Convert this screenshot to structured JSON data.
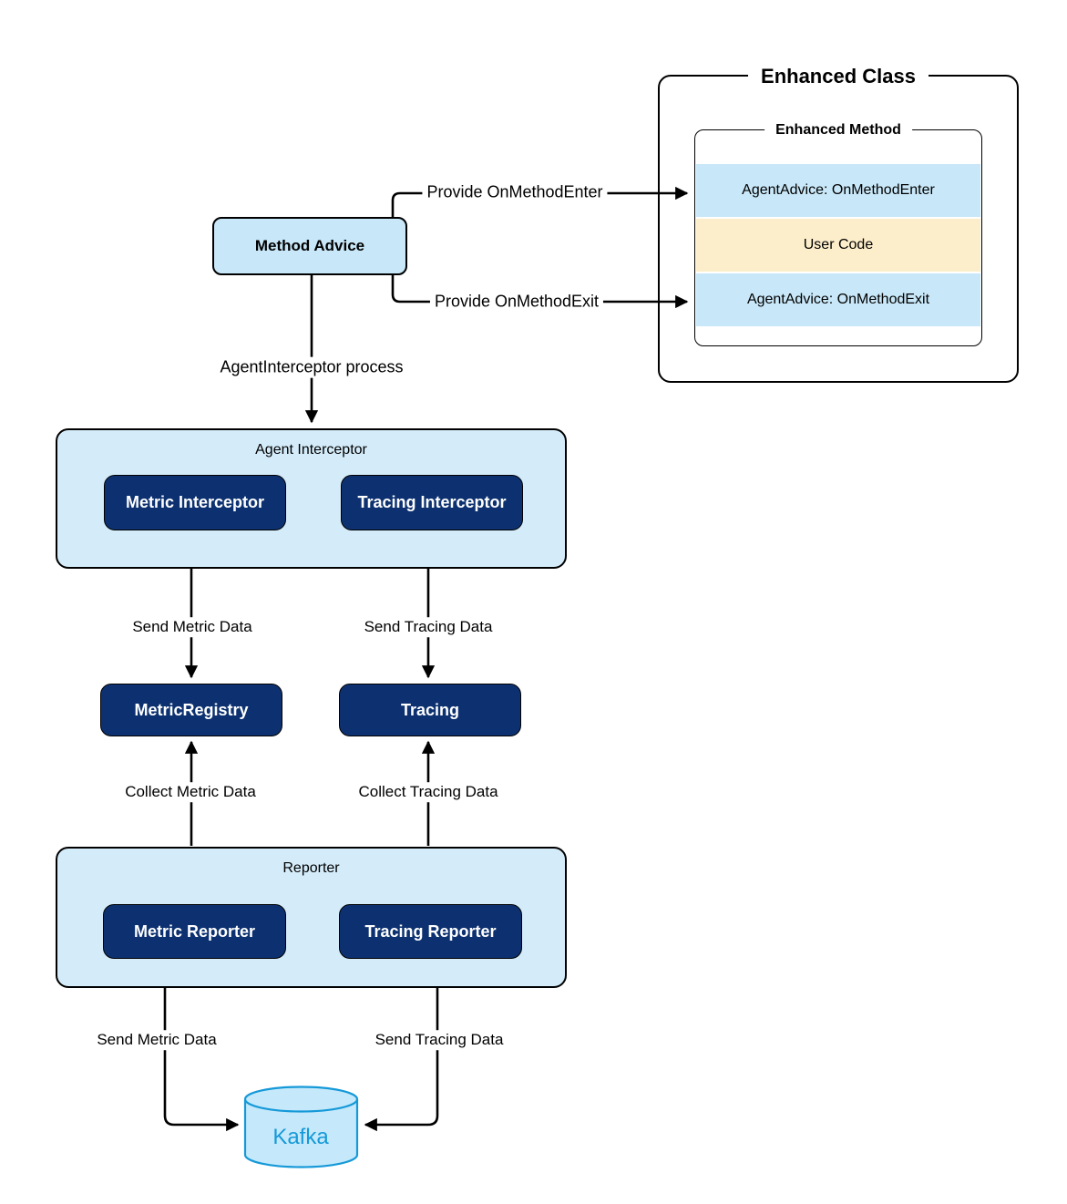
{
  "diagram": {
    "enhanced_class": {
      "title": "Enhanced Class",
      "enhanced_method": {
        "title": "Enhanced Method",
        "rows": [
          {
            "label": "AgentAdvice: OnMethodEnter"
          },
          {
            "label": "User Code"
          },
          {
            "label": "AgentAdvice: OnMethodExit"
          }
        ]
      }
    },
    "method_advice": {
      "label": "Method Advice"
    },
    "agent_interceptor": {
      "title": "Agent Interceptor",
      "children": [
        {
          "label": "Metric Interceptor"
        },
        {
          "label": "Tracing Interceptor"
        }
      ]
    },
    "metric_registry": {
      "label": "MetricRegistry"
    },
    "tracing": {
      "label": "Tracing"
    },
    "reporter": {
      "title": "Reporter",
      "children": [
        {
          "label": "Metric Reporter"
        },
        {
          "label": "Tracing Reporter"
        }
      ]
    },
    "kafka": {
      "label": "Kafka"
    },
    "edges": {
      "provide_on_method_enter": "Provide OnMethodEnter",
      "provide_on_method_exit": "Provide OnMethodExit",
      "agent_interceptor_process": "AgentInterceptor process",
      "send_metric_to_registry": "Send Metric Data",
      "send_tracing_to_tracing": "Send Tracing Data",
      "collect_metric": "Collect Metric Data",
      "collect_tracing": "Collect Tracing Data",
      "send_metric_to_kafka": "Send Metric Data",
      "send_tracing_to_kafka": "Send Tracing Data"
    },
    "colors": {
      "container_fill": "#d4ecfa",
      "light_node_fill": "#c8e7f8",
      "row_blue_fill": "#c8e7f8",
      "row_yellow_fill": "#fdeecb",
      "dark_node_fill": "#0d3170",
      "dark_node_text": "#ffffff",
      "kafka_fill": "#c5e9fb",
      "kafka_stroke": "#1699d8",
      "kafka_text": "#1699d8",
      "line": "#000000"
    }
  }
}
